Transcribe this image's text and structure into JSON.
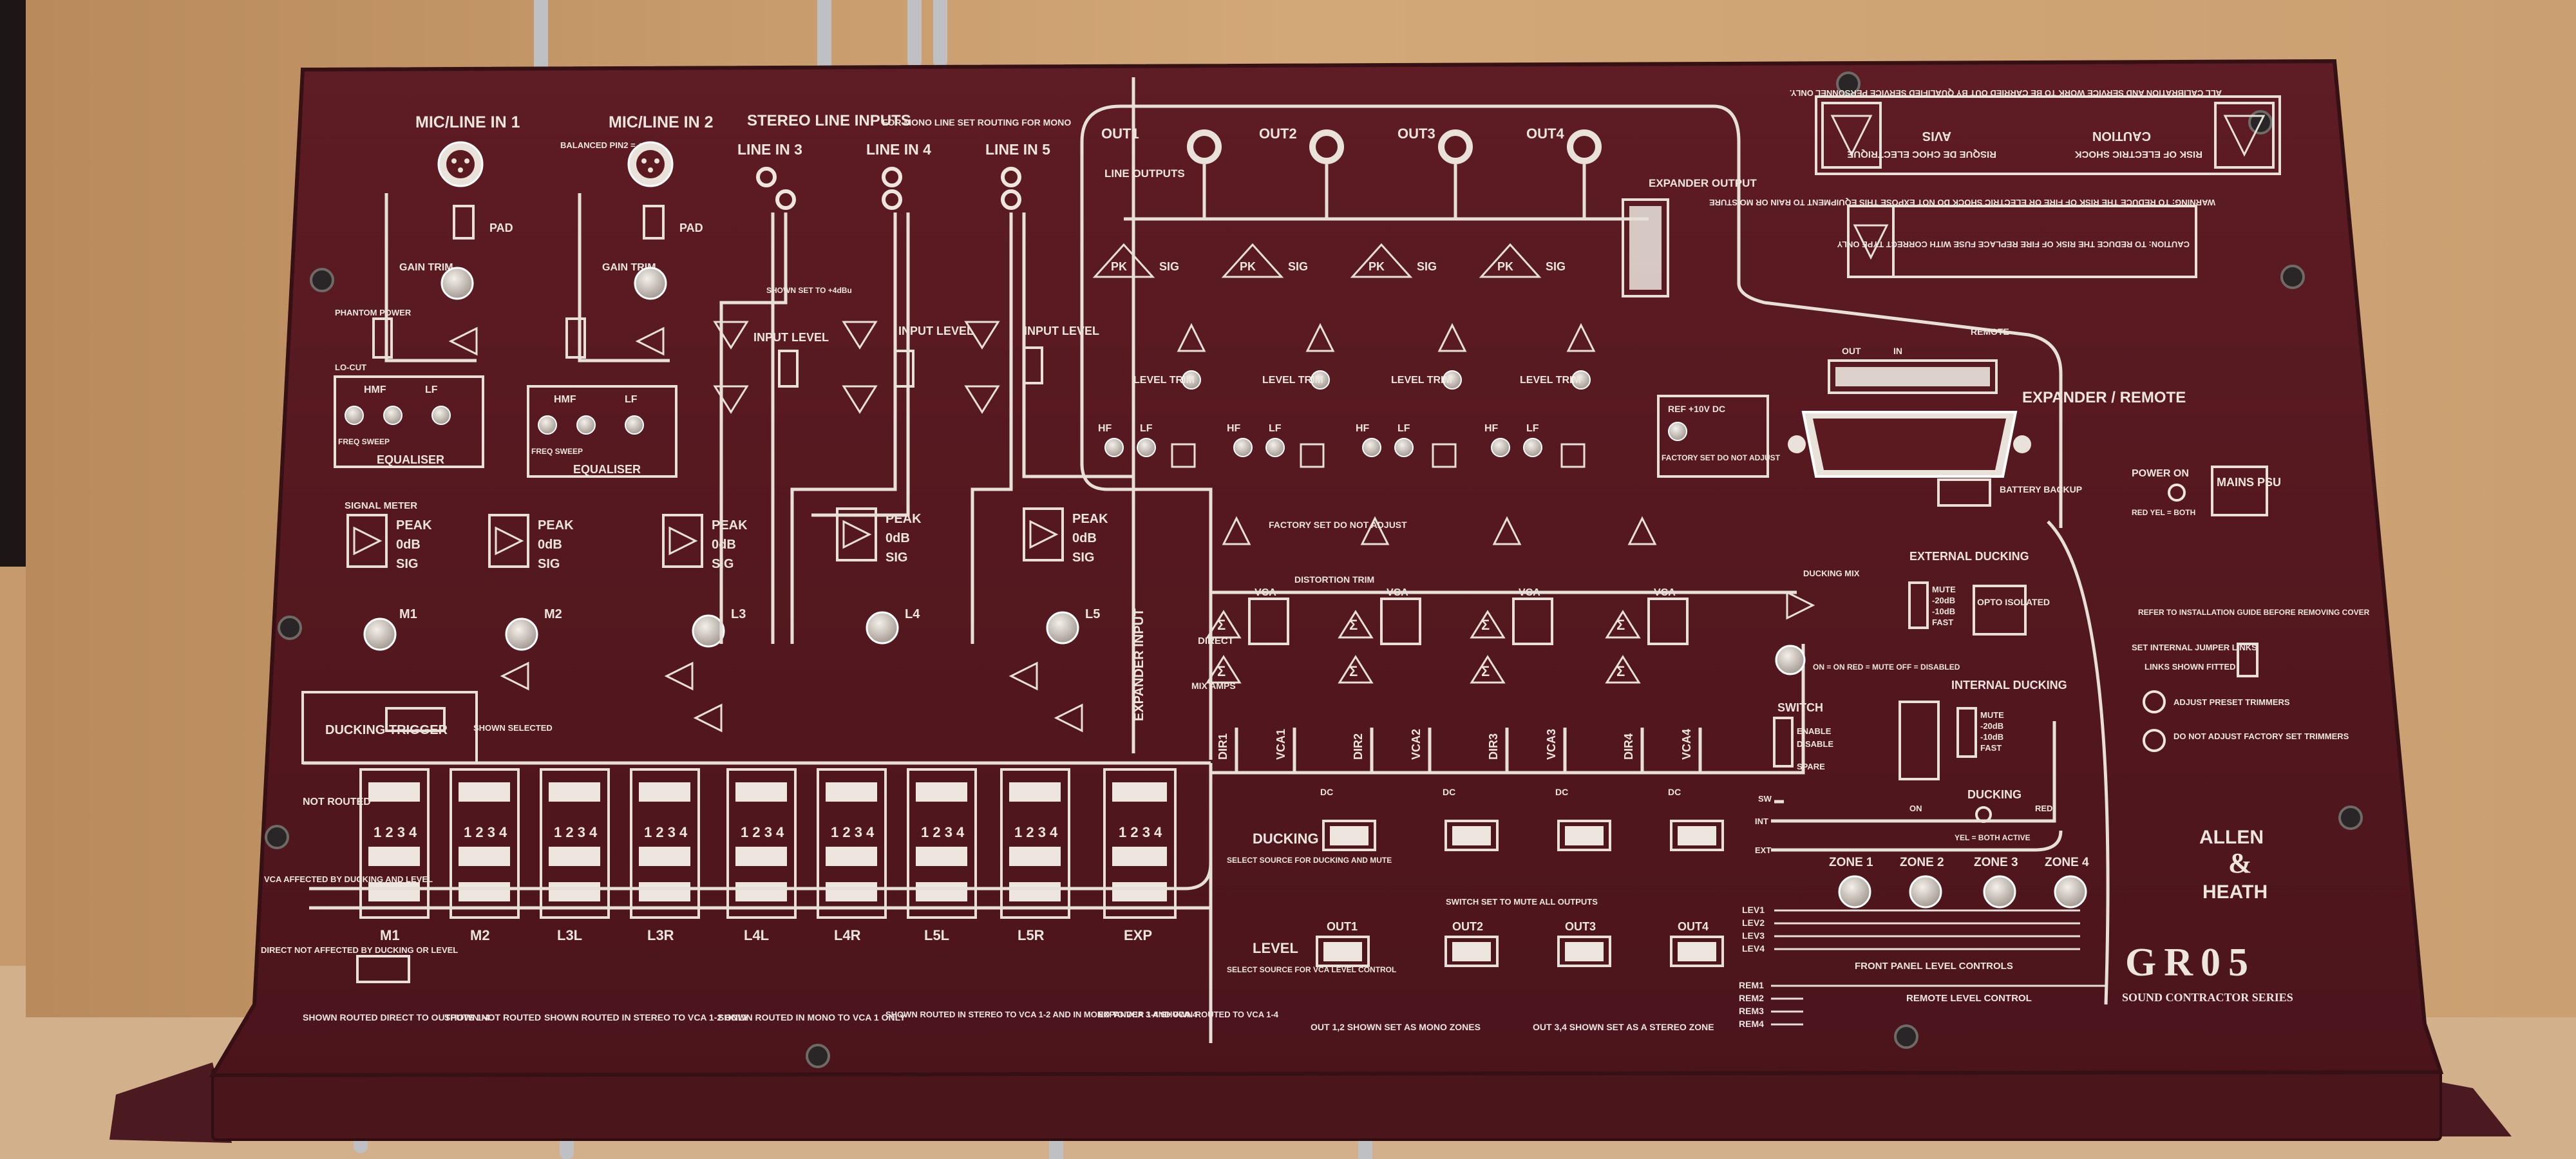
{
  "device": {
    "brand_line1": "ALLEN",
    "brand_line2": "HEATH",
    "model": "GR05",
    "series": "SOUND CONTRACTOR SERIES"
  },
  "inputs": {
    "mic1": "MIC/LINE IN 1",
    "mic2": "MIC/LINE IN 2",
    "balanced": "BALANCED PIN2 = +",
    "stereo_header": "STEREO LINE INPUTS",
    "stereo_note": "FOR MONO LINE SET ROUTING FOR MONO",
    "line3": "LINE IN 3",
    "line4": "LINE IN 4",
    "line5": "LINE IN 5",
    "pad": "PAD",
    "gain_trim": "GAIN TRIM",
    "phantom": "PHANTOM POWER",
    "locut": "LO-CUT",
    "hmf": "HMF",
    "lf": "LF",
    "freq_sweep": "FREQ SWEEP",
    "equaliser": "EQUALISER",
    "signal_meter": "SIGNAL METER",
    "peak": "PEAK",
    "odb": "0dB",
    "sig": "SIG",
    "input_level": "INPUT LEVEL",
    "shown_set": "SHOWN SET TO +4dBu"
  },
  "meters": [
    "M1",
    "M2",
    "L3",
    "L4",
    "L5"
  ],
  "outputs": {
    "out1": "OUT1",
    "out2": "OUT2",
    "out3": "OUT3",
    "out4": "OUT4",
    "line_outputs": "LINE OUTPUTS",
    "expander_output": "EXPANDER OUTPUT",
    "pk": "PK",
    "sig": "SIG",
    "level_trim": "LEVEL TRIM",
    "hf": "HF",
    "lf": "LF",
    "factory_set": "FACTORY SET DO NOT ADJUST",
    "distortion_trim": "DISTORTION TRIM",
    "direct": "DIRECT",
    "mix_amps": "MIX AMPS",
    "vca": "VCA",
    "expander_input": "EXPANDER INPUT"
  },
  "dir_vca_labels": [
    "DIR1",
    "VCA1",
    "DIR2",
    "VCA2",
    "DIR3",
    "VCA3",
    "DIR4",
    "VCA4"
  ],
  "warnings": {
    "caution_title": "CAUTION",
    "caution_text": "RISK OF ELECTRIC SHOCK",
    "avis_title": "AVIS",
    "avis_text": "RISQUE DE CHOC ELECTRIQUE",
    "warning_text": "WARNING: TO REDUCE THE RISK OF FIRE OR ELECTRIC SHOCK DO NOT EXPOSE THIS EQUIPMENT TO RAIN OR MOISTURE",
    "fuse_text": "CAUTION: TO REDUCE THE RISK OF FIRE REPLACE FUSE WITH CORRECT TYPE ONLY",
    "calibration": "ALL CALIBRATION AND SERVICE WORK TO BE CARRIED OUT BY QUALIFIED SERVICE PERSONNEL ONLY."
  },
  "expander": {
    "title": "EXPANDER / REMOTE",
    "remote": "REMOTE",
    "out": "OUT",
    "in": "IN",
    "ref": "REF +10V DC",
    "factory": "FACTORY SET DO NOT ADJUST",
    "battery": "BATTERY BACKUP"
  },
  "power": {
    "power_on": "POWER ON",
    "red_yel": "RED YEL = BOTH",
    "mains": "MAINS PSU"
  },
  "ducking": {
    "external": "EXTERNAL DUCKING",
    "internal": "INTERNAL DUCKING",
    "mute": "MUTE",
    "db20": "-20dB",
    "db10": "-10dB",
    "fast": "FAST",
    "opto": "OPTO ISOLATED",
    "ducking_mix": "DUCKING MIX",
    "switch_legend": "ON = ON  RED = MUTE  OFF = DISABLED",
    "switch": "SWITCH",
    "enable": "ENABLE",
    "disable": "DISABLE",
    "spare": "SPARE",
    "ducking": "DUCKING",
    "on": "ON",
    "red": "RED",
    "both_active": "YEL = BOTH ACTIVE",
    "sw": "SW",
    "int": "INT",
    "ext": "EXT",
    "trigger": "DUCKING TRIGGER",
    "shown_selected": "SHOWN SELECTED"
  },
  "info": {
    "refer": "REFER TO INSTALLATION GUIDE BEFORE REMOVING COVER",
    "jumper": "SET INTERNAL JUMPER LINKS",
    "links_shown": "LINKS SHOWN FITTED",
    "adjust": "ADJUST PRESET TRIMMERS",
    "do_not": "DO NOT ADJUST FACTORY SET TRIMMERS"
  },
  "zones": [
    "ZONE 1",
    "ZONE 2",
    "ZONE 3",
    "ZONE 4"
  ],
  "lev_labels": [
    "LEV1",
    "LEV2",
    "LEV3",
    "LEV4"
  ],
  "rem_labels": [
    "REM1",
    "REM2",
    "REM3",
    "REM4"
  ],
  "zone_footer": {
    "front": "FRONT PANEL LEVEL CONTROLS",
    "remote": "REMOTE LEVEL CONTROL"
  },
  "routing": {
    "not_routed": "NOT ROUTED",
    "vca_affected": "VCA AFFECTED BY DUCKING AND LEVEL",
    "direct_not": "DIRECT NOT AFFECTED BY DUCKING OR LEVEL",
    "channels": [
      "M1",
      "M2",
      "L3L",
      "L3R",
      "L4L",
      "L4R",
      "L5L",
      "L5R",
      "EXP"
    ],
    "digits": "1 2 3 4"
  },
  "footer_notes": [
    "SHOWN ROUTED DIRECT TO OUTPUTS 1-4",
    "SHOWN NOT ROUTED",
    "SHOWN ROUTED IN STEREO TO VCA 1-2 ONLY",
    "SHOWN ROUTED IN MONO TO VCA 1 ONLY",
    "SHOWN ROUTED IN STEREO TO VCA 1-2 AND IN MONO TO VCA 3 AND VCA 4",
    "EXPANDER 1-4 SHOWN ROUTED TO VCA 1-4"
  ],
  "ducking_select": {
    "ducking_title": "DUCKING",
    "ducking_desc": "SELECT SOURCE FOR DUCKING AND MUTE",
    "level_title": "LEVEL",
    "level_desc": "SELECT SOURCE FOR VCA LEVEL CONTROL",
    "sw_mute": "SWITCH SET TO MUTE ALL OUTPUTS",
    "out12": "OUT 1,2 SHOWN SET AS MONO ZONES",
    "out34": "OUT 3,4 SHOWN SET AS A STEREO ZONE",
    "dc": "DC",
    "outs": [
      "OUT1",
      "OUT2",
      "OUT3",
      "OUT4"
    ]
  }
}
